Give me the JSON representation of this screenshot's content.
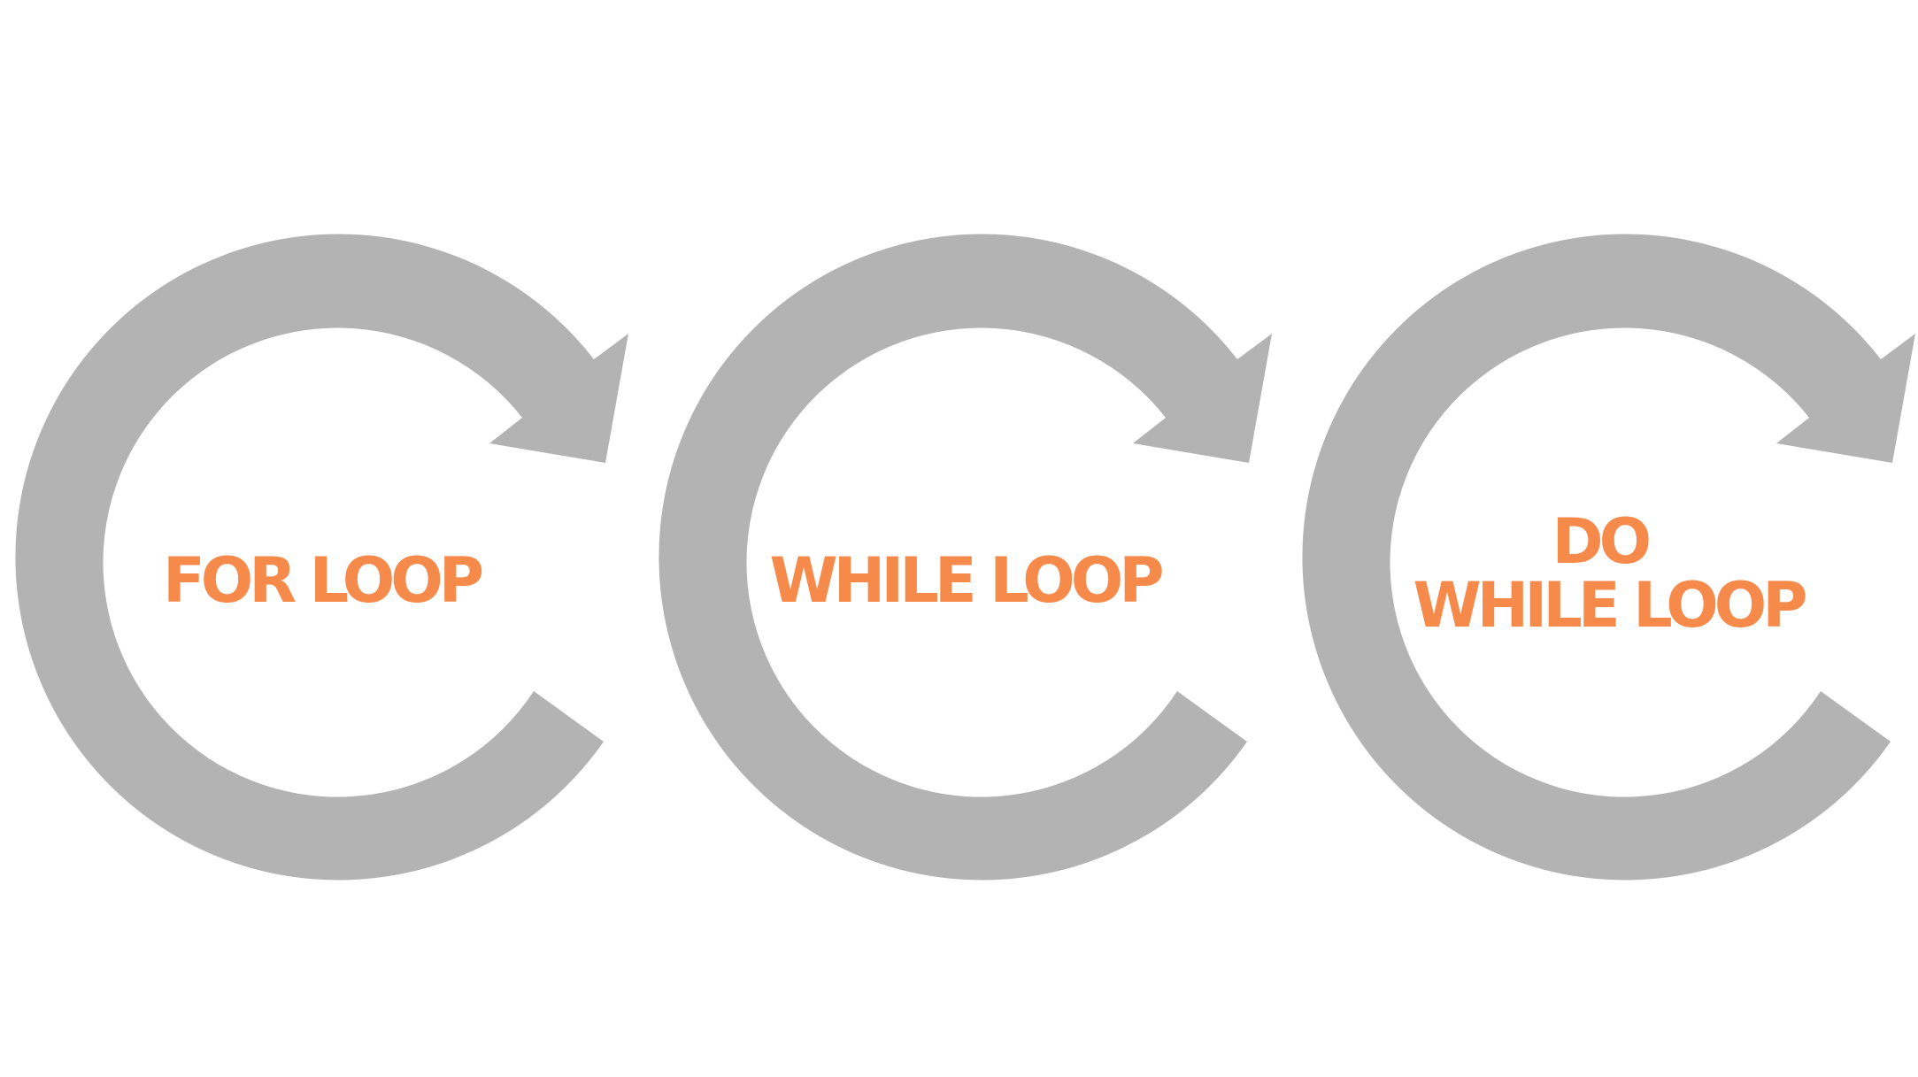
{
  "colors": {
    "background": "#ffffff",
    "arrow": "#b4b3b3",
    "label": "#f58a4b"
  },
  "loops": [
    {
      "label_lines": [
        "FOR LOOP"
      ]
    },
    {
      "label_lines": [
        "WHILE LOOP"
      ]
    },
    {
      "label_lines": [
        "DO",
        "WHILE LOOP"
      ]
    }
  ]
}
